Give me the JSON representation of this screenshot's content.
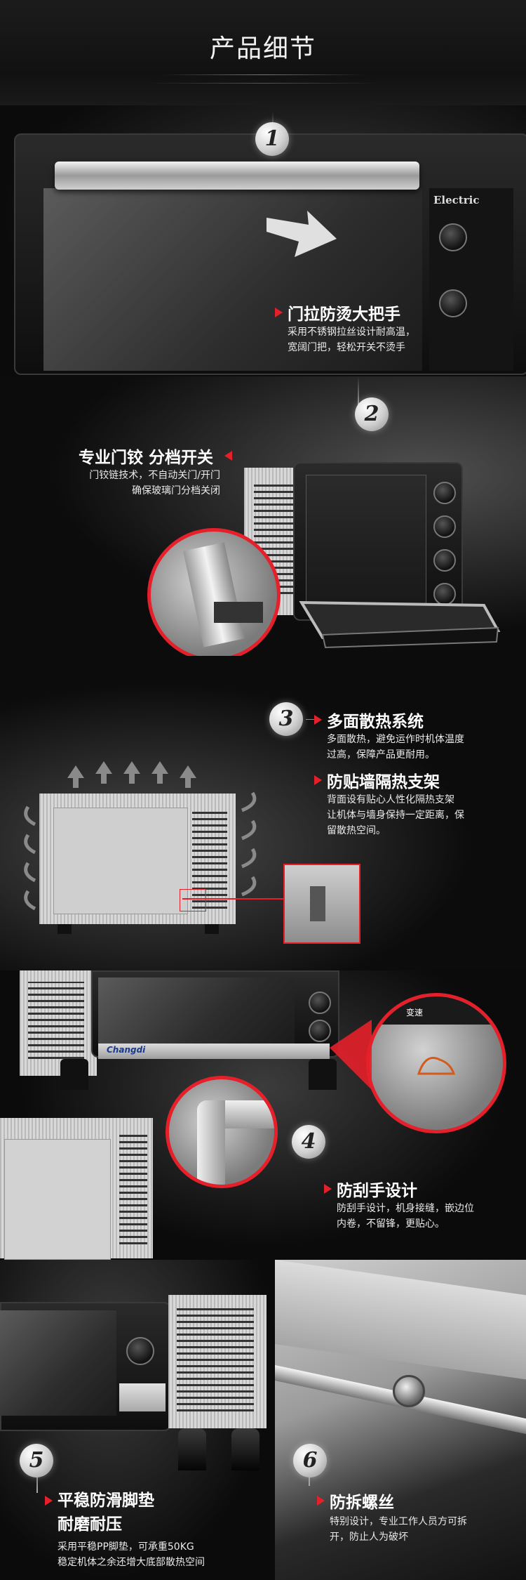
{
  "header": {
    "title": "产品细节"
  },
  "features": [
    {
      "number": "1",
      "title": "门拉防烫大把手",
      "desc": [
        "采用不锈钢拉丝设计耐高温，",
        "宽阔门把，轻松开关不烫手"
      ]
    },
    {
      "number": "2",
      "title": "专业门铰 分档开关",
      "desc": [
        "门铰链技术，不自动关门/开门",
        "确保玻璃门分档关闭"
      ]
    },
    {
      "number": "3",
      "title": "多面散热系统",
      "desc": [
        "多面散热，避免运作时机体温度",
        "过高，保障产品更耐用。"
      ]
    },
    {
      "number": "",
      "title": "防贴墙隔热支架",
      "desc": [
        "背面设有贴心人性化隔热支架",
        "让机体与墙身保持一定距离，保",
        "留散热空间。"
      ]
    },
    {
      "number": "4",
      "title": "防刮手设计",
      "desc": [
        "防刮手设计，机身接缝，嵌边位",
        "内卷，不留锋，更贴心。"
      ]
    },
    {
      "number": "5",
      "title": [
        "平稳防滑脚垫",
        "耐磨耐压"
      ],
      "desc": [
        "采用平稳PP脚垫，可承重50KG",
        "稳定机体之余还增大底部散热空间"
      ]
    },
    {
      "number": "6",
      "title": "防拆螺丝",
      "desc": [
        "特别设计，专业工作人员方可拆",
        "开，防止人为破坏"
      ]
    }
  ],
  "product": {
    "brand_panel": "Electric",
    "brand_logo": "Changdi",
    "panel_label": "变速"
  },
  "colors": {
    "accent": "#e6202a",
    "background": "#0b0b0b",
    "steel": "#c8c8c8"
  }
}
